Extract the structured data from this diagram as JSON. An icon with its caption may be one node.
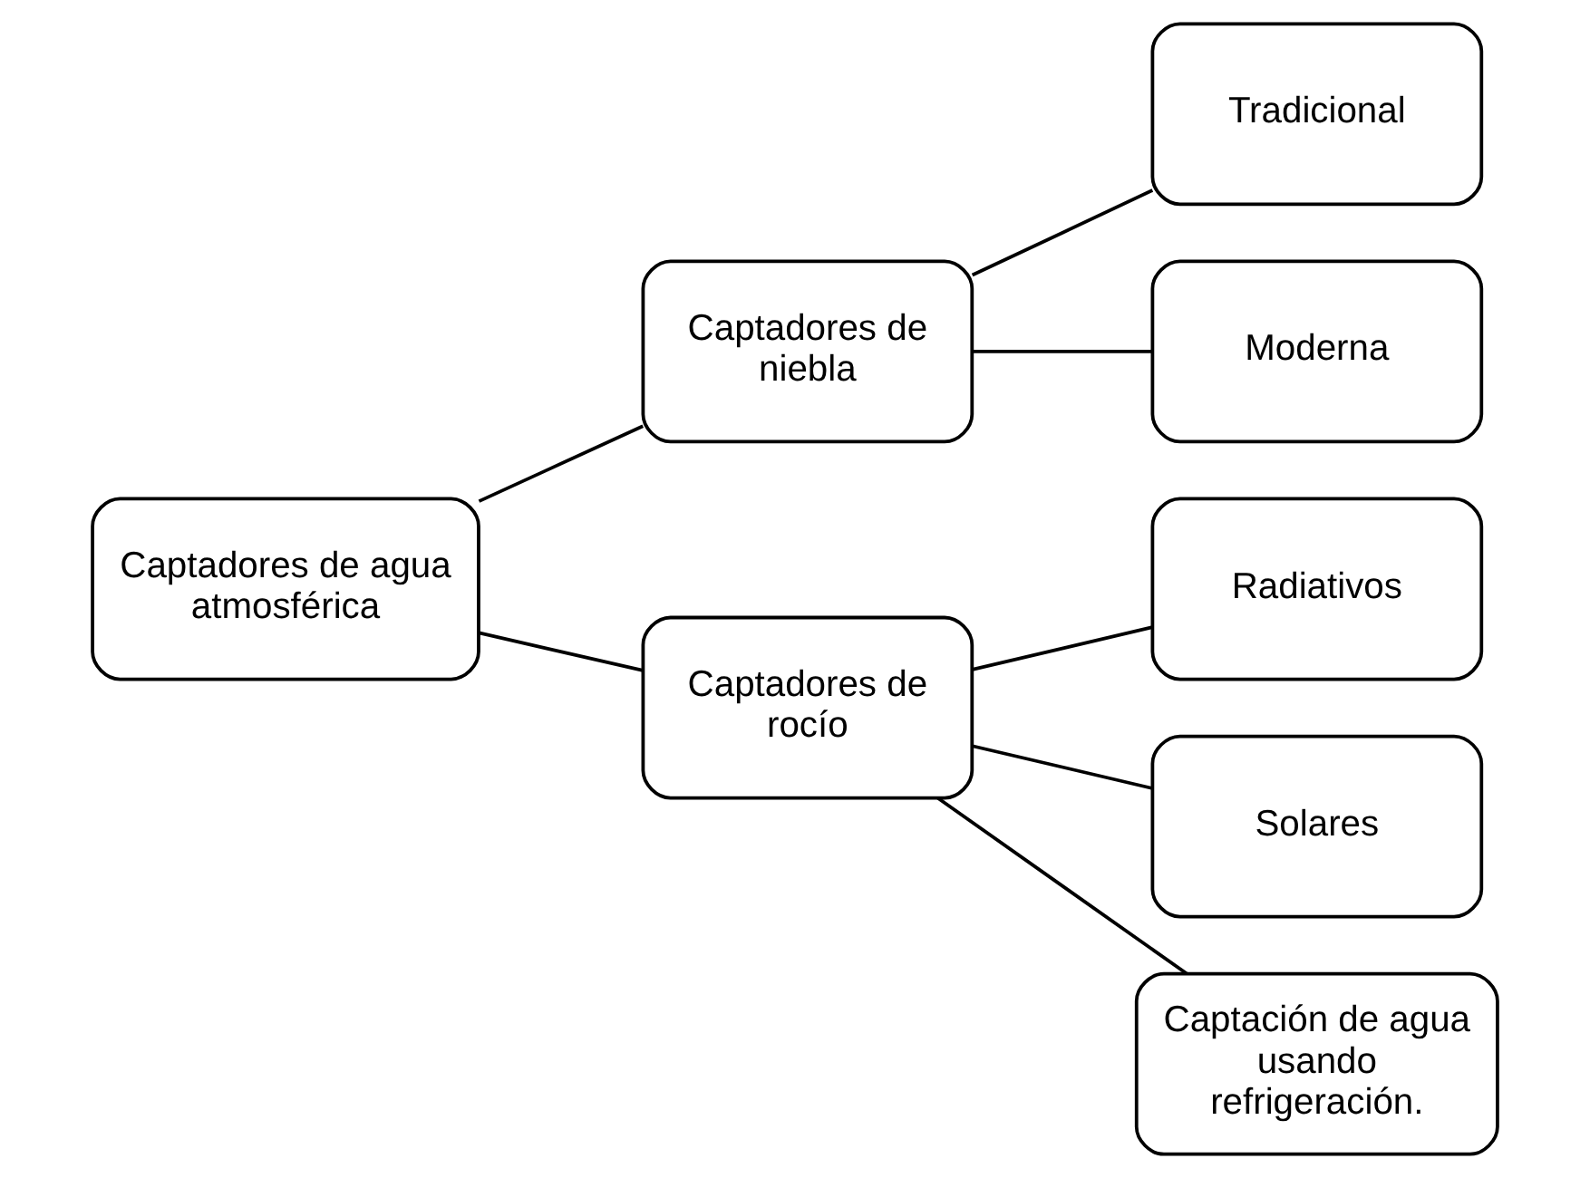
{
  "diagram": {
    "nodes": [
      {
        "text": [
          "Captadores de agua atmosférica"
        ]
      },
      {
        "text": [
          "Captadores de niebla"
        ]
      },
      {
        "text": [
          "Tradicional"
        ]
      },
      {
        "text": [
          "Moderna"
        ]
      },
      {
        "text": [
          "Captadores de rocío"
        ]
      },
      {
        "text": [
          "Radiativos"
        ]
      },
      {
        "text": [
          "Solares"
        ]
      },
      {
        "text": [
          "Captación de agua usando refrigeración."
        ]
      }
    ],
    "edges": [
      {
        "from": 0,
        "to": 1,
        "arrow": "none"
      },
      {
        "from": 0,
        "to": 4,
        "arrow": "none"
      },
      {
        "from": 1,
        "to": 2,
        "arrow": "none"
      },
      {
        "from": 1,
        "to": 3,
        "arrow": "none"
      },
      {
        "from": 4,
        "to": 5,
        "arrow": "none"
      },
      {
        "from": 4,
        "to": 6,
        "arrow": "none"
      },
      {
        "from": 4,
        "to": 7,
        "arrow": "none"
      }
    ]
  }
}
